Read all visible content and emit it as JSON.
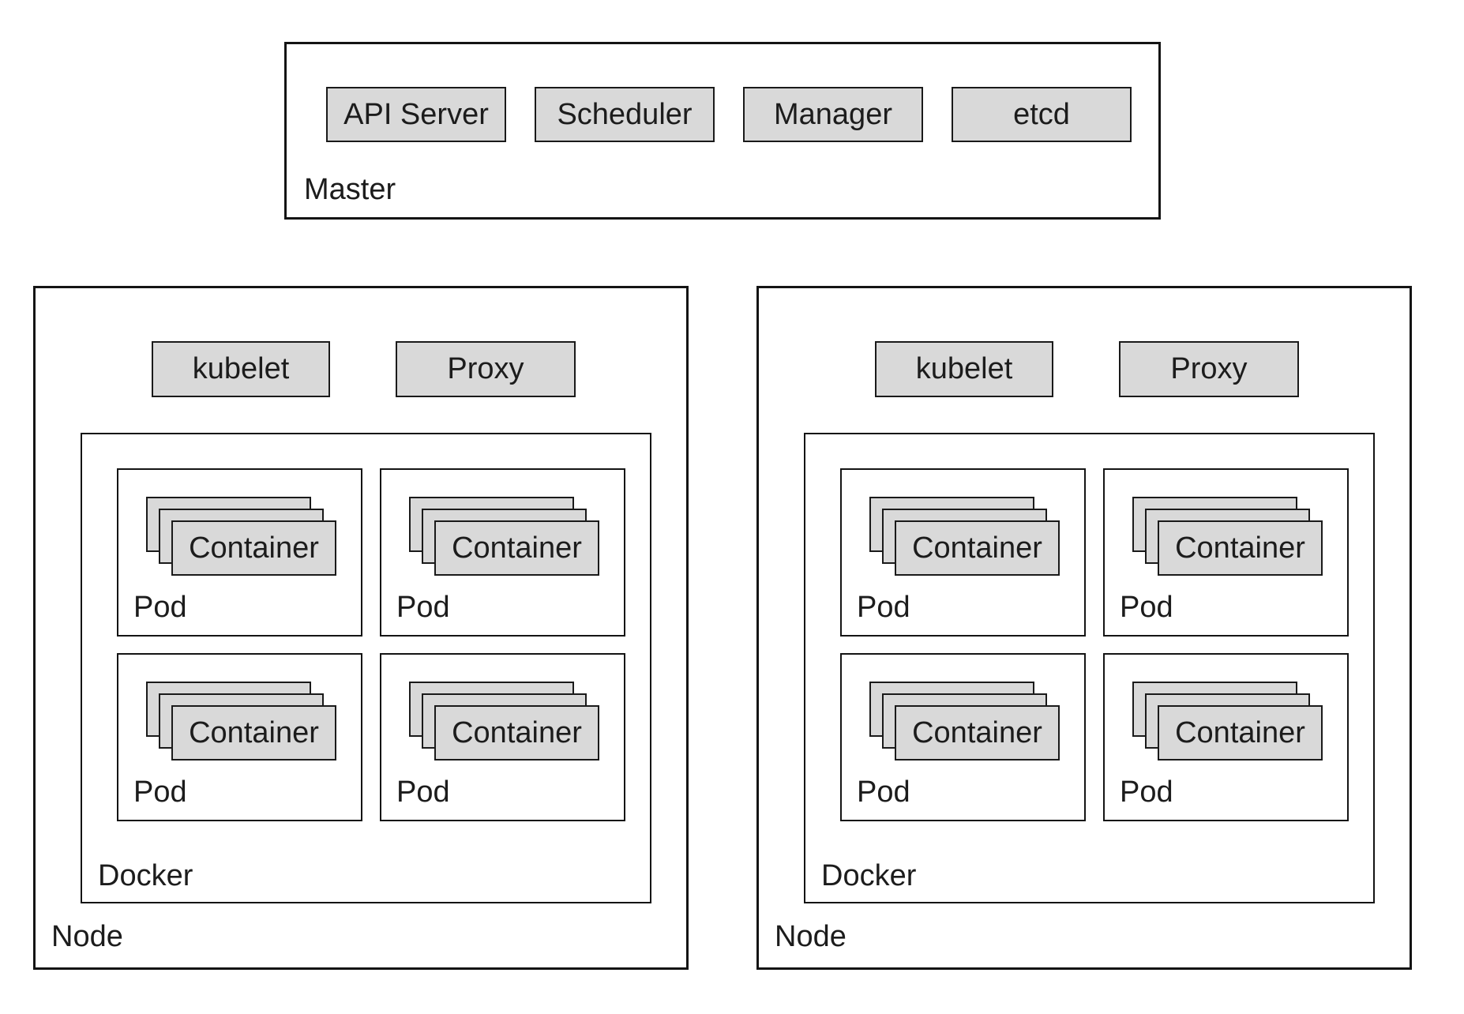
{
  "colors": {
    "background": "#ffffff",
    "box_fill": "#d9d9d9",
    "border": "#141414",
    "text": "#1c1c1c"
  },
  "master": {
    "label": "Master",
    "components": [
      {
        "label": "API Server"
      },
      {
        "label": "Scheduler"
      },
      {
        "label": "Manager"
      },
      {
        "label": "etcd"
      }
    ]
  },
  "nodes": [
    {
      "label": "Node",
      "agents": [
        {
          "label": "kubelet"
        },
        {
          "label": "Proxy"
        }
      ],
      "runtime": {
        "label": "Docker",
        "pods": [
          {
            "label": "Pod",
            "container_label": "Container"
          },
          {
            "label": "Pod",
            "container_label": "Container"
          },
          {
            "label": "Pod",
            "container_label": "Container"
          },
          {
            "label": "Pod",
            "container_label": "Container"
          }
        ]
      }
    },
    {
      "label": "Node",
      "agents": [
        {
          "label": "kubelet"
        },
        {
          "label": "Proxy"
        }
      ],
      "runtime": {
        "label": "Docker",
        "pods": [
          {
            "label": "Pod",
            "container_label": "Container"
          },
          {
            "label": "Pod",
            "container_label": "Container"
          },
          {
            "label": "Pod",
            "container_label": "Container"
          },
          {
            "label": "Pod",
            "container_label": "Container"
          }
        ]
      }
    }
  ]
}
